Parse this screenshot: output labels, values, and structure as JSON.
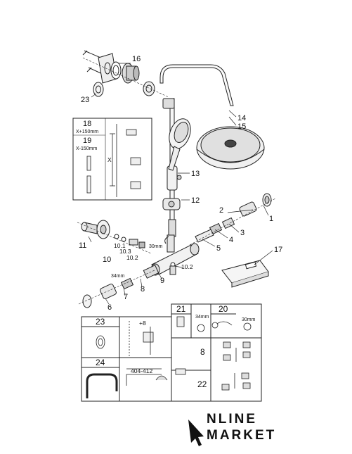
{
  "callouts": {
    "c1": "1",
    "c2": "2",
    "c3": "3",
    "c4": "4",
    "c5": "5",
    "c6": "6",
    "c7": "7",
    "c8": "8",
    "c9": "9",
    "c10": "10",
    "c10_1": "10.1",
    "c10_2": "10.2",
    "c10_3": "10.3",
    "c10_2b": "10.2",
    "c11": "11",
    "c12": "12",
    "c13": "13",
    "c14": "14",
    "c15": "15",
    "c16": "16",
    "c17": "17",
    "c23": "23"
  },
  "dimensions": {
    "mm30_top": "30mm",
    "mm34_left": "34mm"
  },
  "inset_rail": {
    "n18": "18",
    "d18": "X+150mm",
    "n19": "19",
    "d19": "X-150mm",
    "x": "X"
  },
  "parts_table": {
    "n21": "21",
    "mm34": "34mm",
    "n20": "20",
    "mm30": "30mm",
    "n23": "23",
    "plus8": "+8",
    "n8": "8",
    "n24": "24",
    "range": "404-412",
    "n22": "22"
  },
  "logo": {
    "line1": "NLINE",
    "line2": "MARKET"
  }
}
